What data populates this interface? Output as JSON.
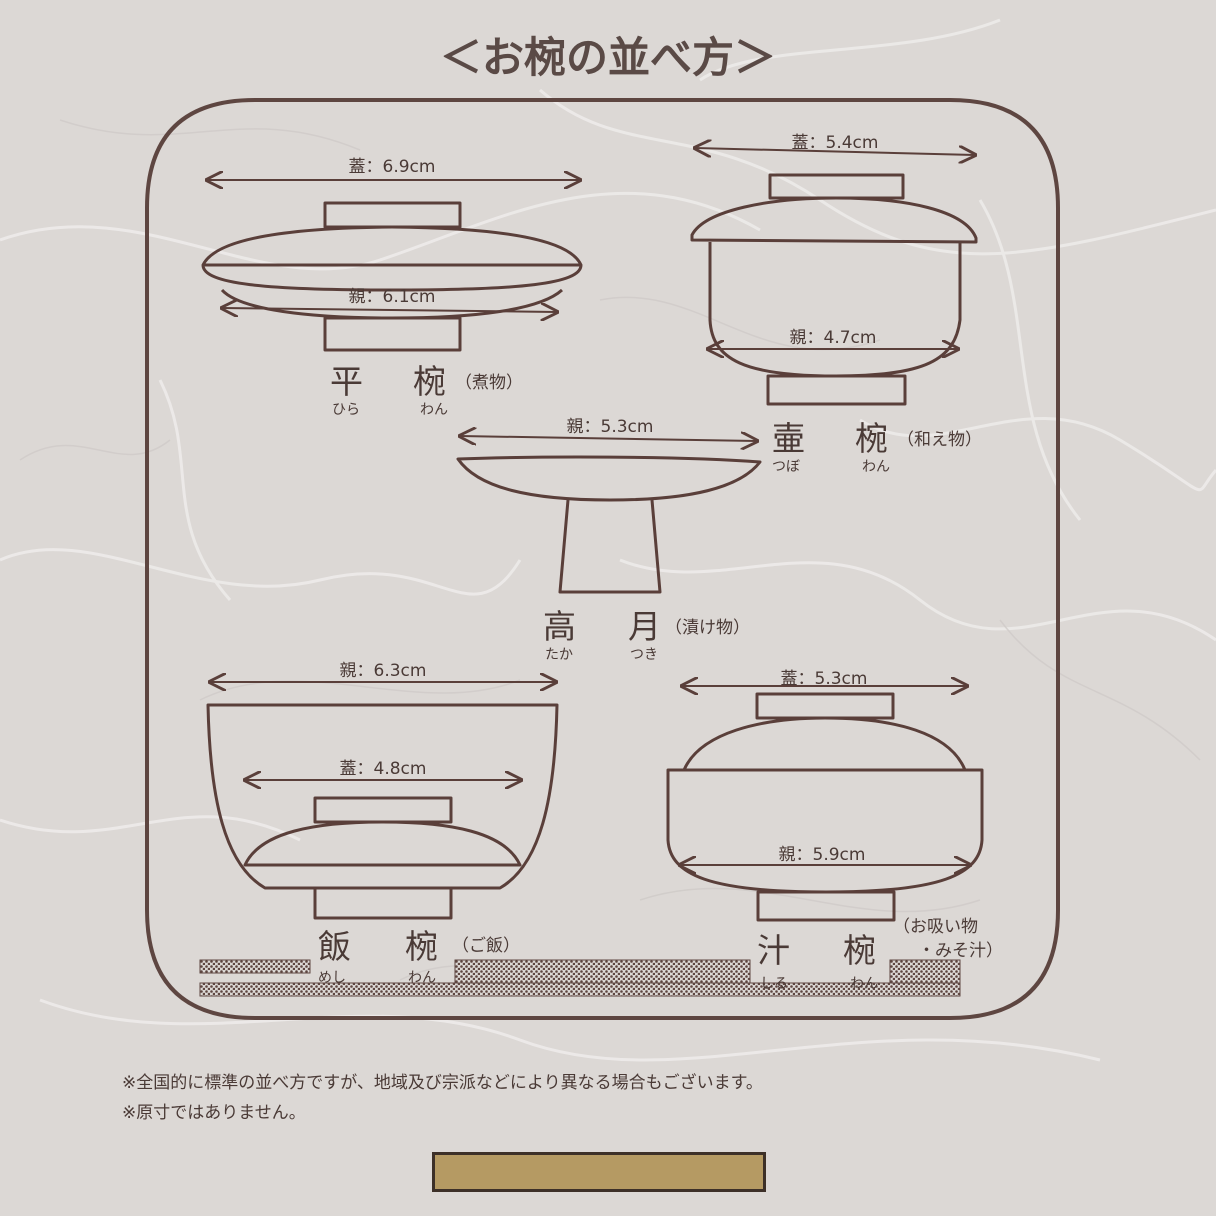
{
  "title": "＜お椀の並べ方＞",
  "colors": {
    "line": "#5a3f3a",
    "text": "#4a3a36",
    "background": "#dcd8d5",
    "tray_border": "#5e4641"
  },
  "bowls": {
    "hirawan": {
      "name1": "平",
      "name2": "椀",
      "furi1": "ひら",
      "furi2": "わん",
      "use": "（煮物）",
      "lid_label": "蓋：6.9cm",
      "body_label": "親：6.1cm"
    },
    "tsubowan": {
      "name1": "壷",
      "name2": "椀",
      "furi1": "つぼ",
      "furi2": "わん",
      "use": "（和え物）",
      "lid_label": "蓋：5.4cm",
      "body_label": "親：4.7cm"
    },
    "takatsuki": {
      "name1": "高",
      "name2": "月",
      "furi1": "たか",
      "furi2": "つき",
      "use": "（漬け物）",
      "body_label": "親：5.3cm"
    },
    "meshiwan": {
      "name1": "飯",
      "name2": "椀",
      "furi1": "めし",
      "furi2": "わん",
      "use": "（ご飯）",
      "body_label": "親：6.3cm",
      "lid_label": "蓋：4.8cm"
    },
    "shiruwan": {
      "name1": "汁",
      "name2": "椀",
      "furi1": "しる",
      "furi2": "わん",
      "use_line1": "（お吸い物",
      "use_line2": "・みそ汁）",
      "lid_label": "蓋：5.3cm",
      "body_label": "親：5.9cm"
    }
  },
  "notes": [
    "※全国的に標準の並べ方ですが、地域及び宗派などにより異なる場合もございます。",
    "※原寸ではありません。"
  ]
}
